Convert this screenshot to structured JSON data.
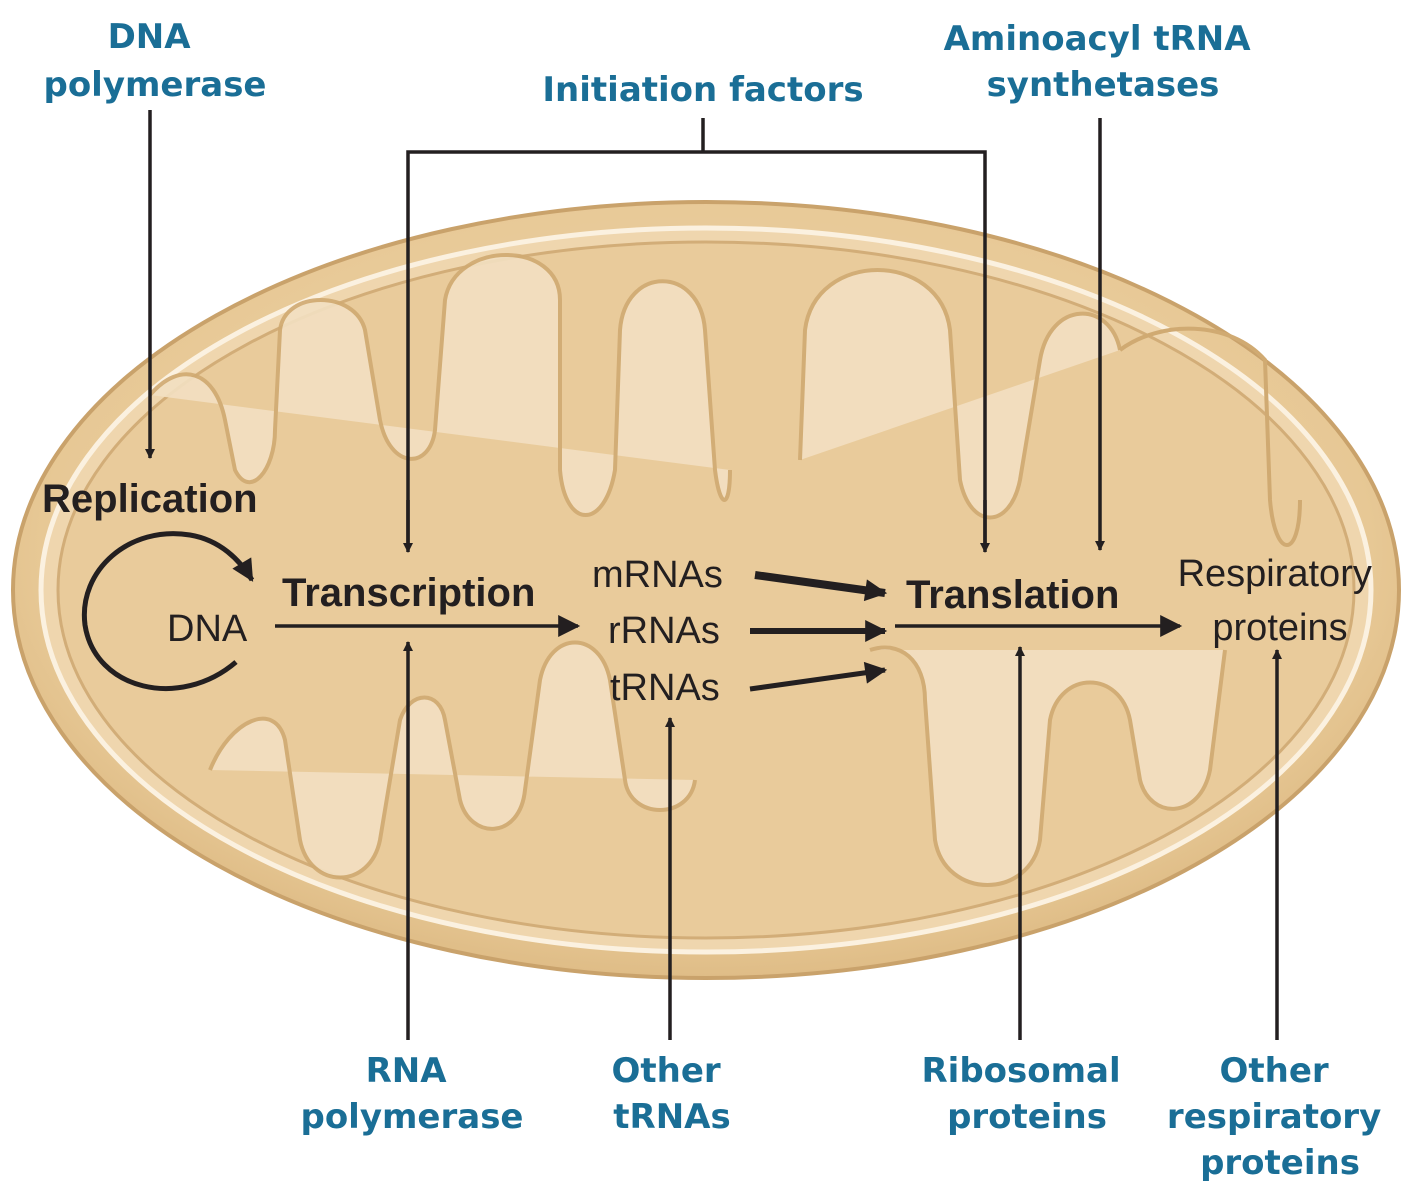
{
  "external_labels": {
    "dna_polymerase": [
      "DNA",
      "polymerase"
    ],
    "initiation_factors": "Initiation factors",
    "aminoacyl_trna_synthetases": [
      "Aminoacyl tRNA",
      "synthetases"
    ],
    "rna_polymerase": [
      "RNA",
      "polymerase"
    ],
    "other_trnas": [
      "Other",
      "tRNAs"
    ],
    "ribosomal_proteins": [
      "Ribosomal",
      "proteins"
    ],
    "other_respiratory_proteins": [
      "Other",
      "respiratory",
      "proteins"
    ]
  },
  "processes": {
    "replication": "Replication",
    "transcription": "Transcription",
    "translation": "Translation"
  },
  "molecules": {
    "dna": "DNA",
    "mrnas": "mRNAs",
    "rrnas": "rRNAs",
    "trnas": "tRNAs",
    "respiratory_proteins": [
      "Respiratory",
      "proteins"
    ]
  },
  "colors": {
    "label_blue": "#1a6e96",
    "outer_membrane": "#e6c797",
    "inner_fill": "#efd7b2",
    "matrix": "#eed3a8",
    "text_dark": "#231f20"
  }
}
